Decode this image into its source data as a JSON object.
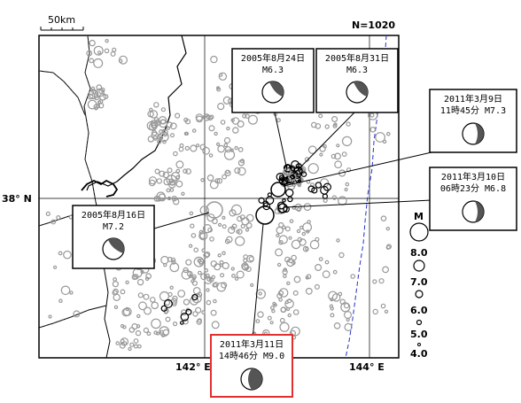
{
  "map": {
    "scale_label": "50km",
    "count_label": "N=1020",
    "lat_label": "38° N",
    "lon_labels": [
      "142° E",
      "144° E"
    ],
    "legend": {
      "title": "M",
      "items": [
        "8.0",
        "7.0",
        "6.0",
        "5.0",
        "4.0"
      ]
    }
  },
  "events": [
    {
      "id": "e20050824",
      "line1": "2005年8月24日",
      "line2": "M6.3"
    },
    {
      "id": "e20050831",
      "line1": "2005年8月31日",
      "line2": "M6.3"
    },
    {
      "id": "e20110309",
      "line1": "2011年3月9日",
      "line2": "11時45分 M7.3"
    },
    {
      "id": "e20110310",
      "line1": "2011年3月10日",
      "line2": "06時23分 M6.8"
    },
    {
      "id": "e20050816",
      "line1": "2005年8月16日",
      "line2": "M7.2"
    },
    {
      "id": "e20110311",
      "line1": "2011年3月11日",
      "line2": "14時46分 M9.0"
    }
  ],
  "colors": {
    "past_quakes": "#999999",
    "recent_quakes": "#000000",
    "trench": "#2233cc",
    "highlight_box": "#e03030",
    "mechanism_fill": "#555555"
  }
}
